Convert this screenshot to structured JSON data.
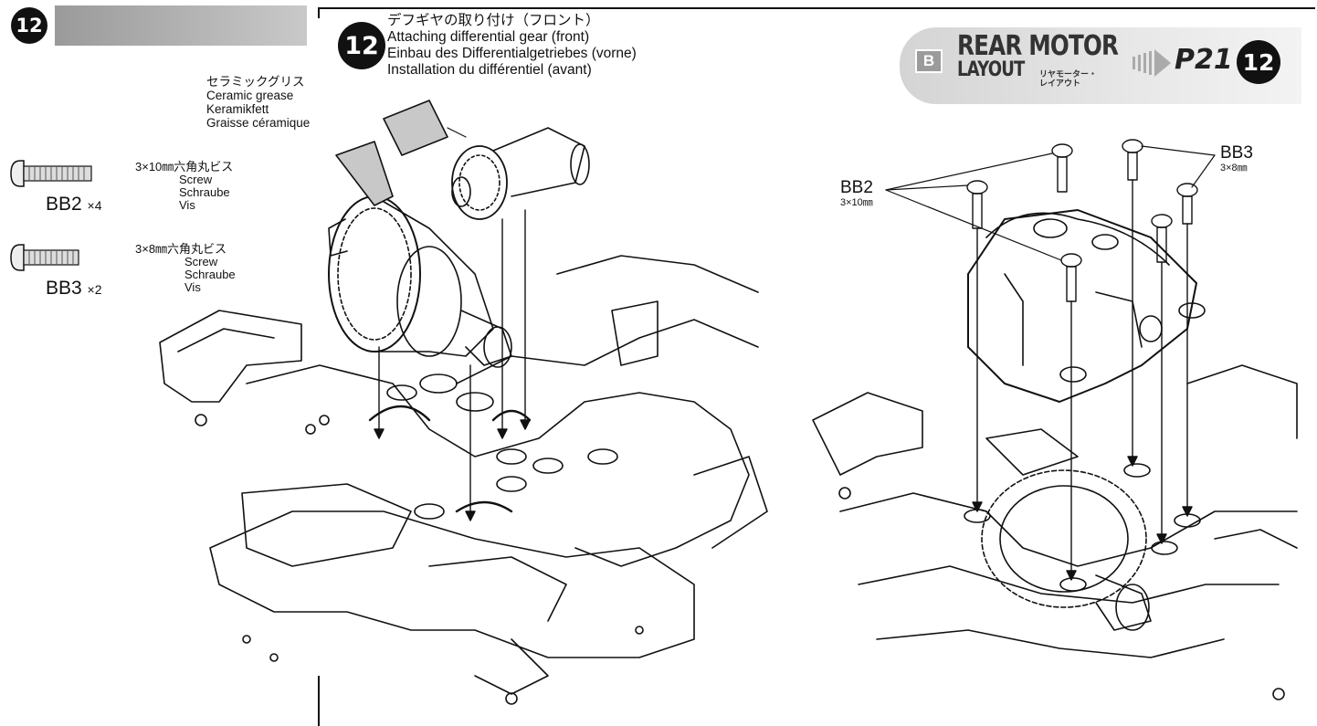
{
  "step": {
    "number": "12",
    "title_jp": "デフギヤの取り付け（フロント）",
    "title_en": "Attaching differential gear (front)",
    "title_de": "Einbau des Differentialgetriebes (vorne)",
    "title_fr": "Installation du différentiel (avant)"
  },
  "grease": {
    "jp": "セラミックグリス",
    "en": "Ceramic grease",
    "de": "Keramikfett",
    "fr": "Graisse céramique"
  },
  "parts": [
    {
      "code": "BB2",
      "qty": "×4",
      "spec_jp": "3×10㎜六角丸ビス",
      "en": "Screw",
      "de": "Schraube",
      "fr": "Vis"
    },
    {
      "code": "BB3",
      "qty": "×2",
      "spec_jp": "3×8㎜六角丸ビス",
      "en": "Screw",
      "de": "Schraube",
      "fr": "Vis"
    }
  ],
  "banner": {
    "badge": "B",
    "title_line1": "REAR MOTOR",
    "title_line2": "LAYOUT",
    "jp_line1": "リヤモーター・",
    "jp_line2": "レイアウト",
    "page": "P21",
    "step": "12"
  },
  "callouts": {
    "bb2": {
      "code": "BB2",
      "size": "3×10㎜"
    },
    "bb3": {
      "code": "BB3",
      "size": "3×8㎜"
    }
  },
  "colors": {
    "ink": "#111111",
    "header_bar": "#aaaaaa",
    "banner_gray": "#d8d8d8"
  }
}
